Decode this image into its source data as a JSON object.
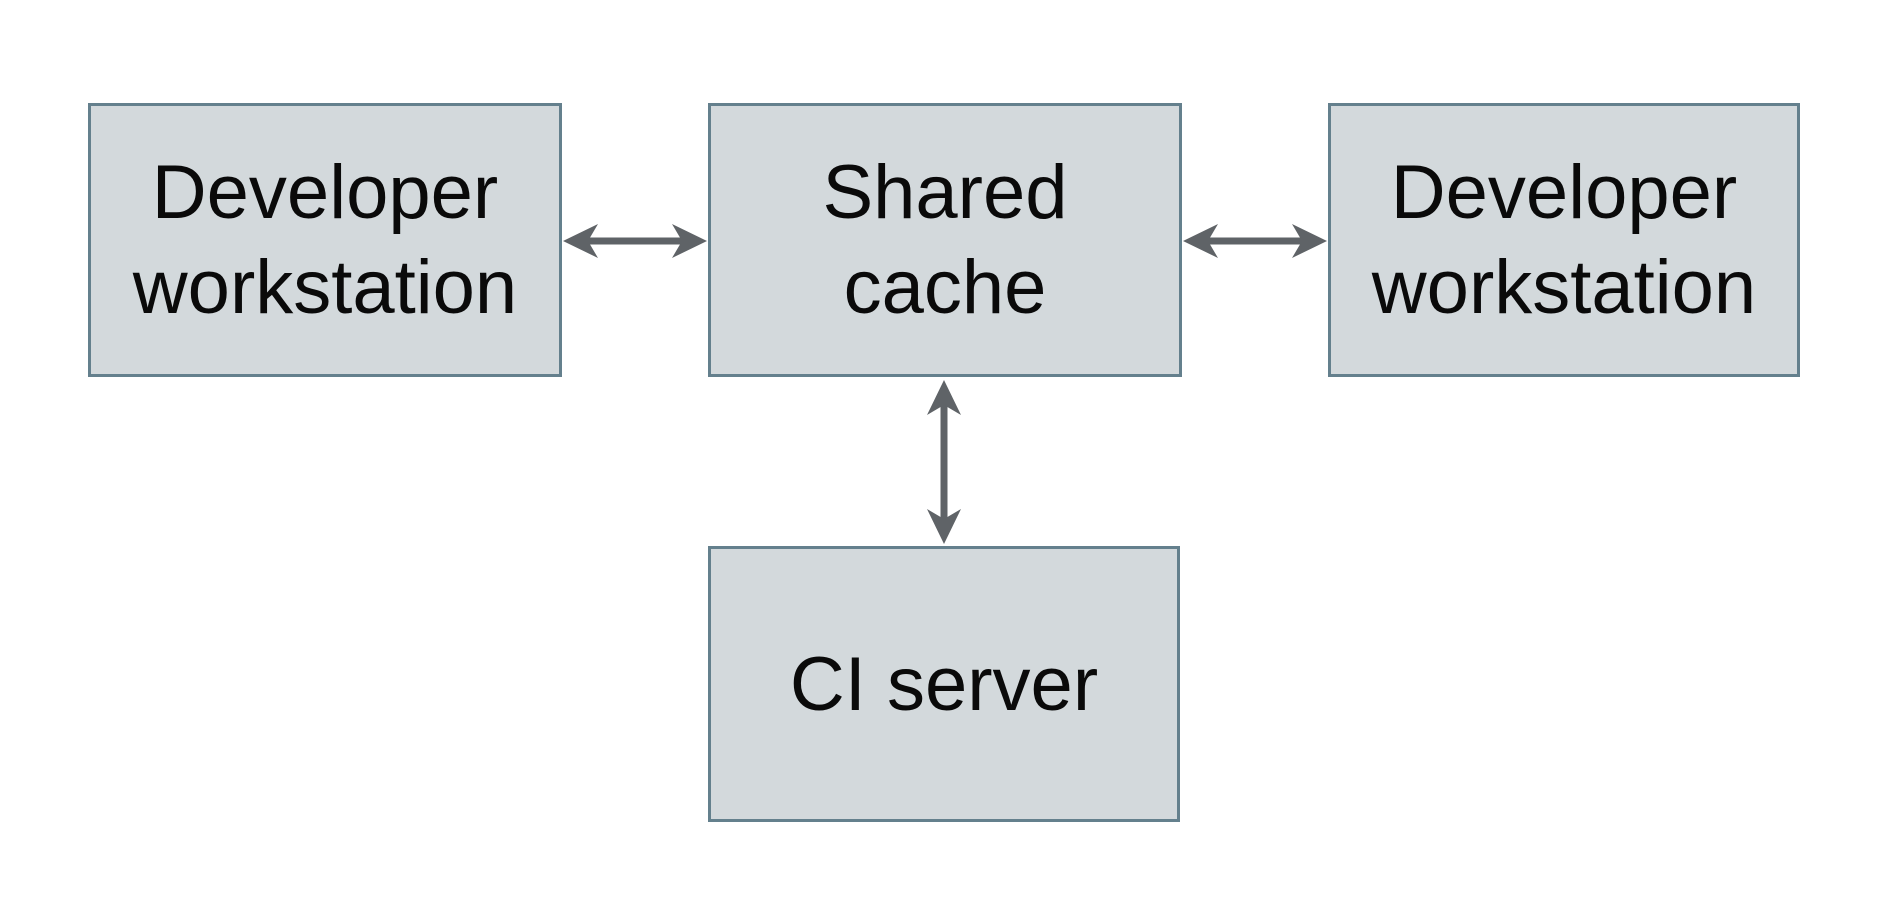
{
  "diagram": {
    "background_color": "#ffffff",
    "node_fill_color": "#d3d9dc",
    "node_border_color": "#64808d",
    "label_color": "#0a0a0a",
    "arrow_color": "#5f6367",
    "nodes": [
      {
        "id": "developer-workstation-left",
        "label": "Developer workstation"
      },
      {
        "id": "shared-cache",
        "label": "Shared cache"
      },
      {
        "id": "developer-workstation-right",
        "label": "Developer workstation"
      },
      {
        "id": "ci-server",
        "label": "CI server"
      }
    ],
    "edges": [
      {
        "from": "developer-workstation-left",
        "to": "shared-cache",
        "direction": "bidirectional",
        "orientation": "horizontal"
      },
      {
        "from": "shared-cache",
        "to": "developer-workstation-right",
        "direction": "bidirectional",
        "orientation": "horizontal"
      },
      {
        "from": "shared-cache",
        "to": "ci-server",
        "direction": "bidirectional",
        "orientation": "vertical"
      }
    ]
  }
}
